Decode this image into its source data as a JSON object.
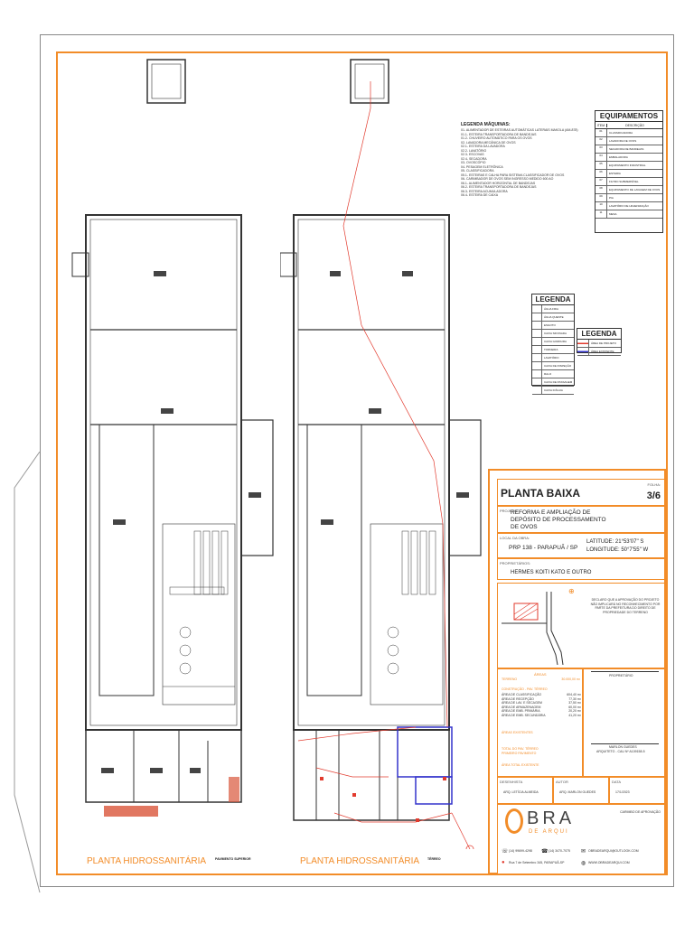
{
  "sheet": {
    "plan_label_left": "PLANTA HIDROSSANITÁRIA",
    "plan_sub_left": "PAVIMENTO SUPERIOR",
    "plan_label_right": "PLANTA HIDROSSANITÁRIA",
    "plan_sub_right": "TÉRREO"
  },
  "equipamentos": {
    "title": "EQUIPAMENTOS",
    "col_item": "ITEM",
    "col_desc": "DESCRIÇÃO",
    "rows": [
      "CLASSIFICADORA",
      "LAVADORA DE OVOS",
      "SECADORA DE BANDEJAS",
      "EMBALADORA",
      "EQUIPAMENTO INDUSTRIAL",
      "ESTEIRA",
      "FILTRO SUBMERSÍVEL",
      "EQUIPAMENTO DE LAVAGEM DE OVOS",
      "PIA",
      "LAVATÓRIO DE HIGIENIZAÇÃO",
      "MESA"
    ]
  },
  "legenda_maquinas": {
    "title": "LEGENDA MÁQUINAS:",
    "lines": [
      "01- ALIMENTADOR DE ESTEIRAS AUTOMÁTICAS LATERAIS MAKOLA (AM-878)",
      "01.1- ESTEIRA TRANSPORTADORA DE BANDEJAS",
      "01.2- CHUVEIRO AUTOMÁTICO PARA OS OVOS",
      "02- LAVADORA MECÂNICA DE OVOS",
      "02.1- ESTEIRA DA LAVADORA",
      "02.2- LAVATÓRIO",
      "02.3- ESCOVAS",
      "02.4- SECADORA",
      "03- OVOSCÓPIO",
      "04- PESAGEM ELETRÔNICA",
      "05- CLASSIFICADORA",
      "05.1- ESTEIRAS E CALHA PARA SISTEMA CLASSIFICADOR DE OVOS",
      "06- CARIMBADOR DE OVOS SEM INGRESSO MEDIDO 600 AO",
      "06.1- ALIMENTADOR HORIZONTAL DE BANDEJAS",
      "06.2- ESTEIRA TRANSPORTADORA DE BANDEJAS",
      "06.3- ESTEIRA ACUMULADORA",
      "06.4- ESTEIRA DE CAIXA"
    ]
  },
  "legenda1": {
    "title": "LEGENDA",
    "rows": [
      "ÁGUA FRIA",
      "ÁGUA QUENTE",
      "ESGOTO",
      "CAIXA SIFONADA",
      "CAIXA GORDURA",
      "TORNEIRA",
      "LAVATÓRIO",
      "CAIXA DE INSPEÇÃO",
      "RALO",
      "CAIXA DE PASSAGEM",
      "CAIXA D'ÁGUA"
    ]
  },
  "legenda2": {
    "title": "LEGENDA",
    "rows": [
      "ÁREA DE PROJETO",
      "ÁREA EXISTENTE"
    ]
  },
  "title_block": {
    "title": "PLANTA BAIXA",
    "folha_label": "FOLHA:",
    "folha": "3/6",
    "projeto_label": "PROJETO:",
    "projeto": "REFORMA E AMPLIAÇÃO DE DEPÓSITO DE PROCESSAMENTO DE OVOS",
    "local_label": "LOCAL DA OBRA:",
    "local": "PRP 138 - PARAPUÃ / SP",
    "latitude": "LATITUDE: 21°53'07'' S",
    "longitude": "LONGITUDE: 50°7'55'' W",
    "proprietarios_label": "PROPRIETÁRIOS:",
    "proprietarios": "HERMES KOITI KATO E OUTRO",
    "declaro": "DECLARO QUE A APROVAÇÃO DO PROJETO NÃO IMPLICARÁ NO RECONHECIMENTO POR PARTE DA PREFEITURA DO DIREITO DE PROPRIEDADE DO TERRENO",
    "proprietario_sig": "PROPRIETÁRIO",
    "autor_sig": "MARLON GUEDES",
    "autor_role": "ARQUITETO - CAU Nº A109158-5",
    "areas_title": "ÁREAS",
    "terreno_label": "TERRENO",
    "terreno_value": "30.000,00 m²",
    "construcao_title": "CONSTRUÇÃO - PAV. TÉRREO",
    "area_rows": [
      {
        "label": "ÁREA DE CLASSIFICAÇÃO",
        "value": "604,40 m²"
      },
      {
        "label": "ÁREA DE RECEPÇÃO",
        "value": "77,30 m²"
      },
      {
        "label": "ÁREA DE LAV. E SECAGEM",
        "value": "37,50 m²"
      },
      {
        "label": "ÁREA DE ARMAZENAGEM",
        "value": "60,00 m²"
      },
      {
        "label": "ÁREA DE EMB. PRIMÁRIA",
        "value": "20,20 m²"
      },
      {
        "label": "ÁREA DE EMB. SECUNDÁRIA",
        "value": "41,20 m²"
      }
    ],
    "areas_existentes": "ÁREAS EXISTENTES",
    "total_label1": "TOTAL DO PAV. TÉRREO",
    "total_label2": "PRIMEIRO PAVIMENTO",
    "total_geral": "ÁREA TOTAL EXISTENTE",
    "desenhista_label": "DESENHISTA",
    "desenhista": "ARQ. LETÍCIA ALMEIDA",
    "autor_label": "AUTOR",
    "autor": "ARQ. MARLON GUEDES",
    "data_label": "DATA",
    "data": "17/1/2023",
    "carimbo": "CARIMBO DE APROVAÇÃO",
    "logo_big": "BRA",
    "logo_small": "DE ARQUI",
    "contact1": "(14) 99699-4298",
    "contact2": "(14) 3470-7075",
    "email": "OBRADEARQUI@OUTLOOK.COM",
    "address": "Rua 7 de Setembro 345, PARAPUÃ-SP",
    "website": "WWW.OBRADEARQUI.COM"
  },
  "colors": {
    "accent": "#f28c28",
    "line": "#333333",
    "pipe_blue": "#3333cc",
    "pipe_red": "#e23b2e"
  }
}
